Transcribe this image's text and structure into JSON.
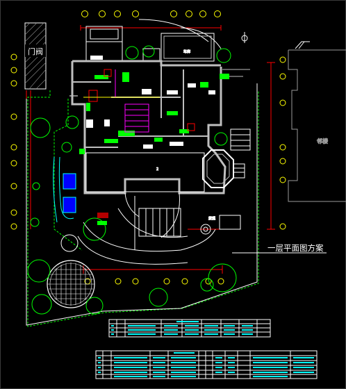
{
  "drawing": {
    "main_label": "一层平面图方案",
    "gate_label": "门阀",
    "neighbor_label": "邻楼",
    "room_label_north": "车库",
    "room_label_garden": "景观",
    "plan_number": "2"
  },
  "colors": {
    "background": "#000000",
    "wall": "#bfbfbf",
    "axis_red": "#ff0000",
    "green": "#00ff00",
    "cyan": "#00ffff",
    "yellow": "#ffff00",
    "white": "#ffffff",
    "magenta": "#ff00ff"
  },
  "icons": {
    "north_arrow": "north-arrow-icon",
    "axis_bubble": "axis-bubble-icon",
    "tree": "tree-icon"
  }
}
